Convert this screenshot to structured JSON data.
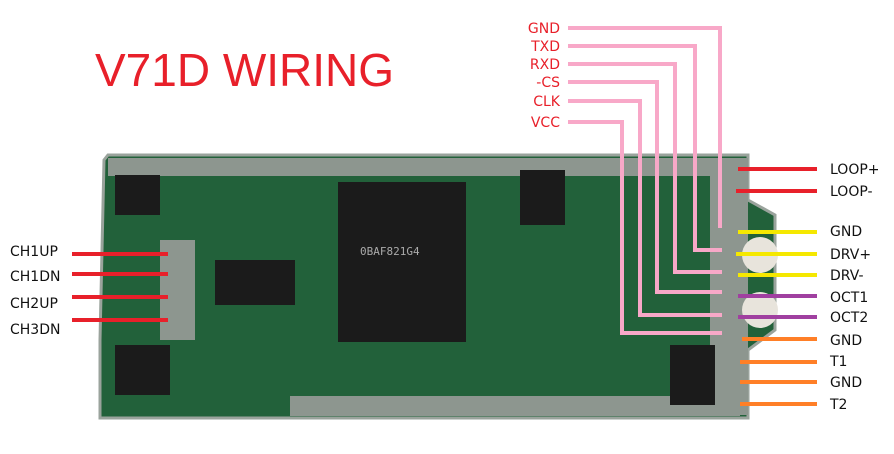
{
  "title": "V71D WIRING",
  "top_pins": [
    "GND",
    "TXD",
    "RXD",
    "-CS",
    "CLK",
    "VCC"
  ],
  "left_pins": [
    "CH1UP",
    "CH1DN",
    "CH2UP",
    "CH3DN"
  ],
  "right_pins": [
    "LOOP+",
    "LOOP-",
    "GND",
    "DRV+",
    "DRV-",
    "OCT1",
    "OCT2",
    "GND",
    "T1",
    "GND",
    "T2"
  ],
  "chip_marking": "0BAF821G4",
  "colors": {
    "loop": "#e8202a",
    "drv": "#f5e800",
    "oct": "#a040a0",
    "t": "#ff7f27",
    "top": "#f8a8c8",
    "left": "#e8202a",
    "board": "#1f5a2e"
  }
}
